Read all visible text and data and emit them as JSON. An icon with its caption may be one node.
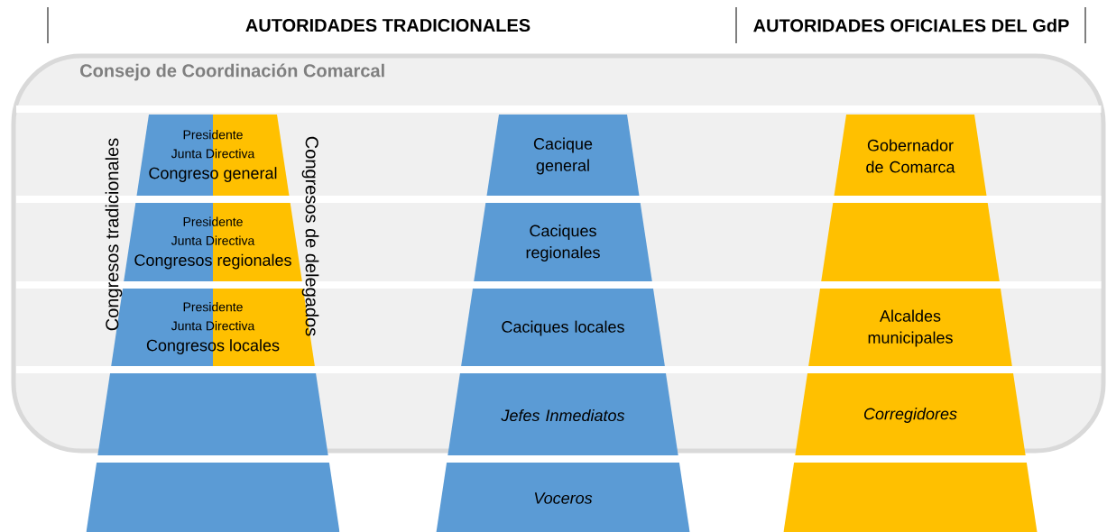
{
  "diagram": {
    "nodes": [
      {
        "text": [
          "Consejo de Coordinación Comarcal"
        ]
      },
      {
        "text": [
          "Presidente",
          "Junta Directiva",
          "Congreso general"
        ],
        "in": 0
      },
      {
        "text": [
          "Cacique general"
        ],
        "in": 0
      },
      {
        "text": [
          "Gobernador de Comarca"
        ],
        "in": 0
      },
      {
        "text": [
          "Presidente",
          "Junta Directiva",
          "Congresos regionales"
        ],
        "in": 0
      },
      {
        "text": [
          "Caciques regionales"
        ],
        "in": 0
      },
      {
        "text": [],
        "shape": "trapezoid",
        "in": 0
      },
      {
        "text": [
          "Presidente",
          "Junta Directiva",
          "Congresos locales"
        ],
        "in": 0
      },
      {
        "text": [
          "Caciques locales"
        ],
        "in": 0
      },
      {
        "text": [
          "Alcaldes municipales"
        ],
        "in": 0
      },
      {
        "text": [],
        "shape": "trapezoid",
        "in": 0
      },
      {
        "text": [
          "Jefes Inmediatos"
        ],
        "in": 0
      },
      {
        "text": [
          "Corregidores"
        ],
        "in": 0
      },
      {
        "text": [],
        "shape": "trapezoid"
      },
      {
        "text": [
          "Voceros"
        ]
      },
      {
        "text": [],
        "shape": "trapezoid"
      }
    ],
    "labels": [
      "AUTORIDADES TRADICIONALES",
      "AUTORIDADES OFICIALES DEL GdP",
      "Congresos tradicionales",
      "Congresos de delegados"
    ]
  }
}
